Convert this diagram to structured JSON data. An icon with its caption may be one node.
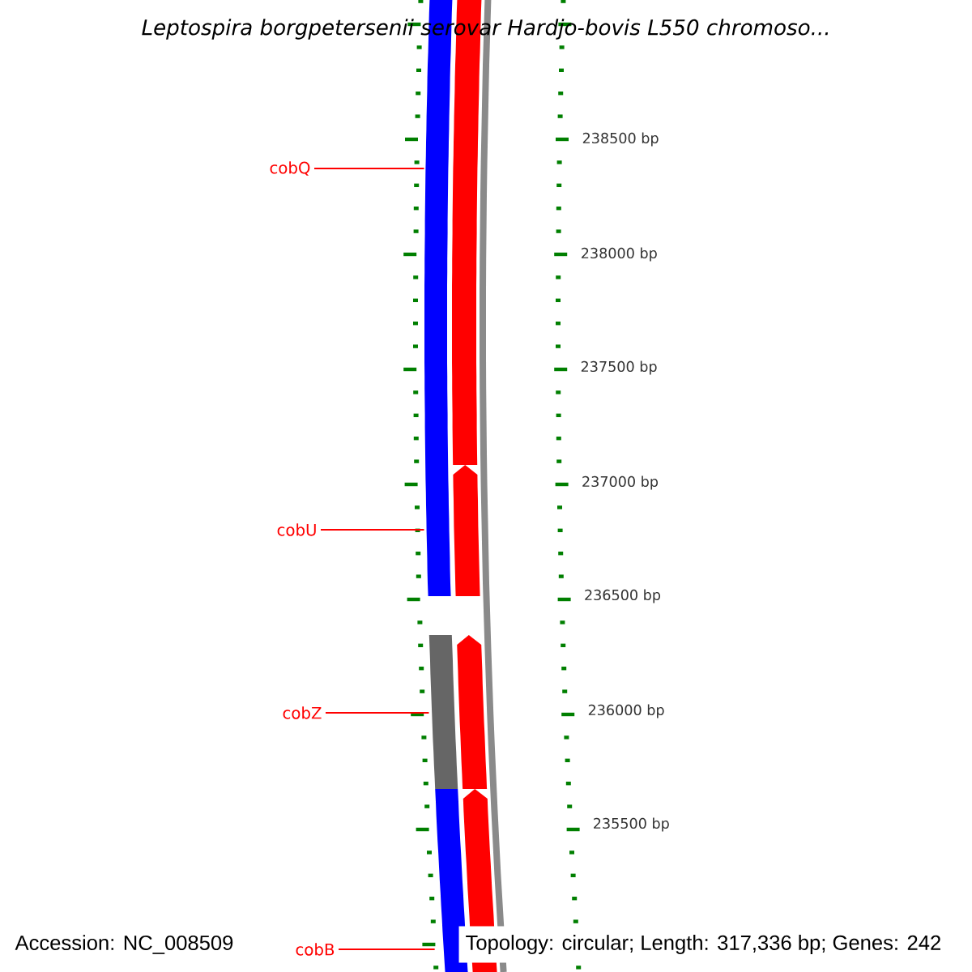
{
  "diagram": {
    "title": "Leptospira borgpetersenii serovar Hardjo-bovis L550 chromoso...",
    "nodes": [
      {
        "text": [
          "cobQ"
        ]
      },
      {
        "text": [
          "cobU"
        ]
      },
      {
        "text": [
          "cobZ"
        ]
      },
      {
        "text": [
          "cobB"
        ]
      },
      {
        "text": [],
        "shape": "bar"
      },
      {
        "text": [],
        "shape": "bar"
      },
      {
        "text": [],
        "shape": "arrow"
      },
      {
        "text": [],
        "shape": "bar"
      },
      {
        "text": [],
        "shape": "arrow"
      },
      {
        "text": [],
        "shape": "bar"
      },
      {
        "text": [],
        "shape": "arrow"
      }
    ],
    "edges": [
      {
        "from": 0,
        "to": 4,
        "arrow": "none"
      },
      {
        "from": 1,
        "to": 4,
        "arrow": "none"
      },
      {
        "from": 2,
        "to": 7,
        "arrow": "none"
      },
      {
        "from": 3,
        "to": 9,
        "arrow": "none"
      }
    ],
    "labels": [
      "238500 bp",
      "238000 bp",
      "237500 bp",
      "237000 bp",
      "236500 bp",
      "236000 bp",
      "235500 bp",
      "Accession: NC_008509",
      "Topology: circular; Length: 317,336 bp; Genes: 242"
    ]
  }
}
